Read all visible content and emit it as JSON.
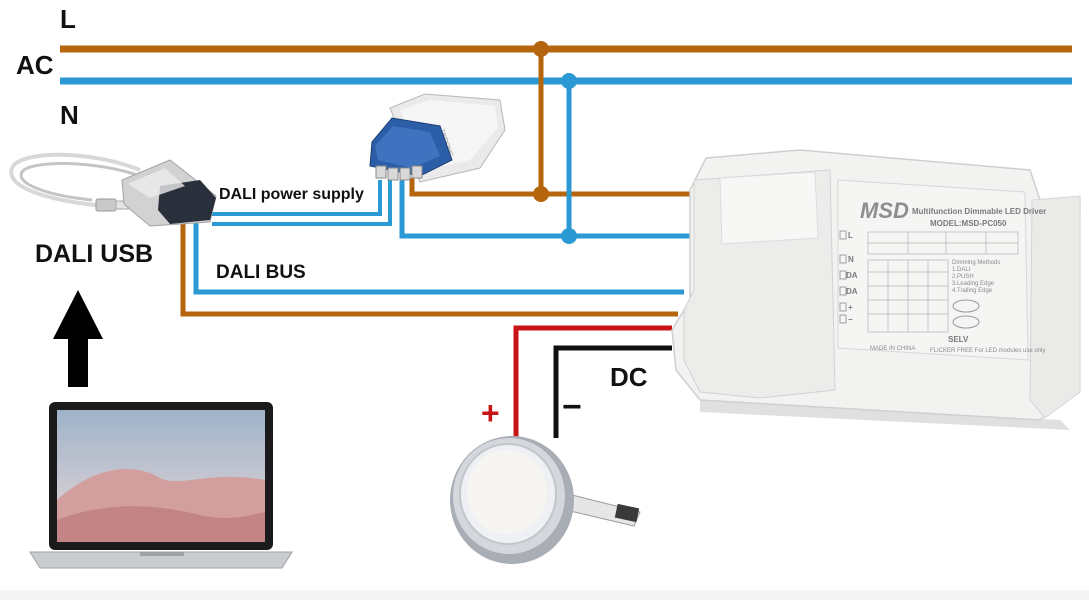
{
  "labels": {
    "line": "L",
    "ac": "AC",
    "neutral": "N",
    "dali_usb": "DALI USB",
    "dali_power_supply": "DALI power supply",
    "dali_bus": "DALI BUS",
    "dc": "DC",
    "plus": "+",
    "minus": "−"
  },
  "driver_label": {
    "brand": "MSD",
    "product": "Multifunction Dimmable LED Driver",
    "model": "MODEL:MSD-PC050",
    "dimming_title": "Dimming Methods",
    "dimming_methods": [
      "1.DALI",
      "2.PUSH",
      "3.Leading Edge",
      "4.Trailing Edge"
    ],
    "terminals": [
      "L",
      "N",
      "DA",
      "DA",
      "+",
      "−"
    ],
    "made_in": "MADE IN CHINA",
    "flicker": "FLICKER FREE For LED modules use only",
    "selv": "SELV"
  },
  "colors": {
    "live_wire": "#b4650e",
    "neutral_wire": "#2b9ad4",
    "dc_positive": "#c81414",
    "dc_negative": "#111111",
    "psu_blue": "#2c5ea8",
    "driver_body": "#f2f2f0"
  },
  "icons": [
    "usb-adapter-icon",
    "dali-psu-icon",
    "led-driver-icon",
    "downlight-icon",
    "laptop-icon",
    "up-arrow-icon"
  ]
}
